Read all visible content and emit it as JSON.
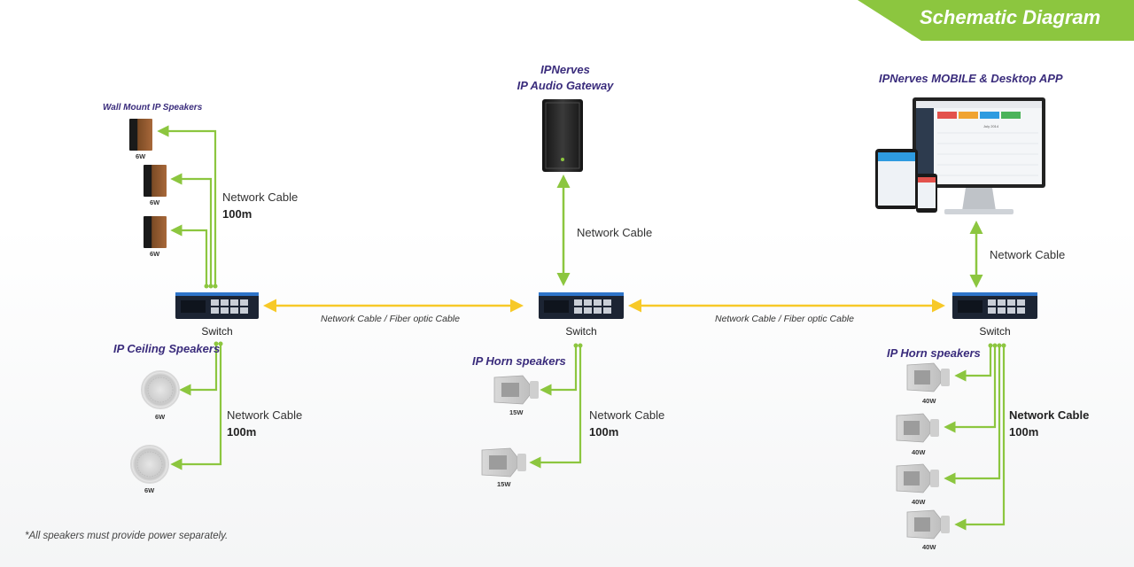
{
  "header": {
    "title": "Schematic Diagram",
    "accent": "#8cc63f"
  },
  "gateway": {
    "name": "IPNerves",
    "subtitle": "IP Audio Gateway",
    "cable": "Network Cable"
  },
  "app": {
    "title": "IPNerves MOBILE & Desktop APP",
    "cable": "Network Cable",
    "calendar_month": "July 2014"
  },
  "switches": {
    "label": "Switch"
  },
  "trunks": [
    {
      "label": "Network Cable /  Fiber optic Cable"
    },
    {
      "label": "Network Cable /  Fiber optic Cable"
    }
  ],
  "wall": {
    "title": "Wall Mount IP Speakers",
    "cable": "Network Cable",
    "distance": "100m",
    "speakers": [
      {
        "watt": "6W"
      },
      {
        "watt": "6W"
      },
      {
        "watt": "6W"
      }
    ]
  },
  "ceiling": {
    "title": "IP Ceiling Speakers",
    "cable": "Network Cable",
    "distance": "100m",
    "speakers": [
      {
        "watt": "6W"
      },
      {
        "watt": "6W"
      }
    ]
  },
  "horn_center": {
    "title": "IP Horn speakers",
    "cable": "Network Cable",
    "distance": "100m",
    "speakers": [
      {
        "watt": "15W"
      },
      {
        "watt": "15W"
      }
    ]
  },
  "horn_right": {
    "title": "IP Horn speakers",
    "cable": "Network Cable",
    "distance": "100m",
    "speakers": [
      {
        "watt": "40W"
      },
      {
        "watt": "40W"
      },
      {
        "watt": "40W"
      },
      {
        "watt": "40W"
      }
    ]
  },
  "colors": {
    "link": "#8cc63f",
    "trunk": "#f7c928",
    "label": "#3a2c7c",
    "switch_body": "#1c2433",
    "switch_accent": "#2e74c9"
  },
  "footnote": "*All speakers must provide power separately."
}
